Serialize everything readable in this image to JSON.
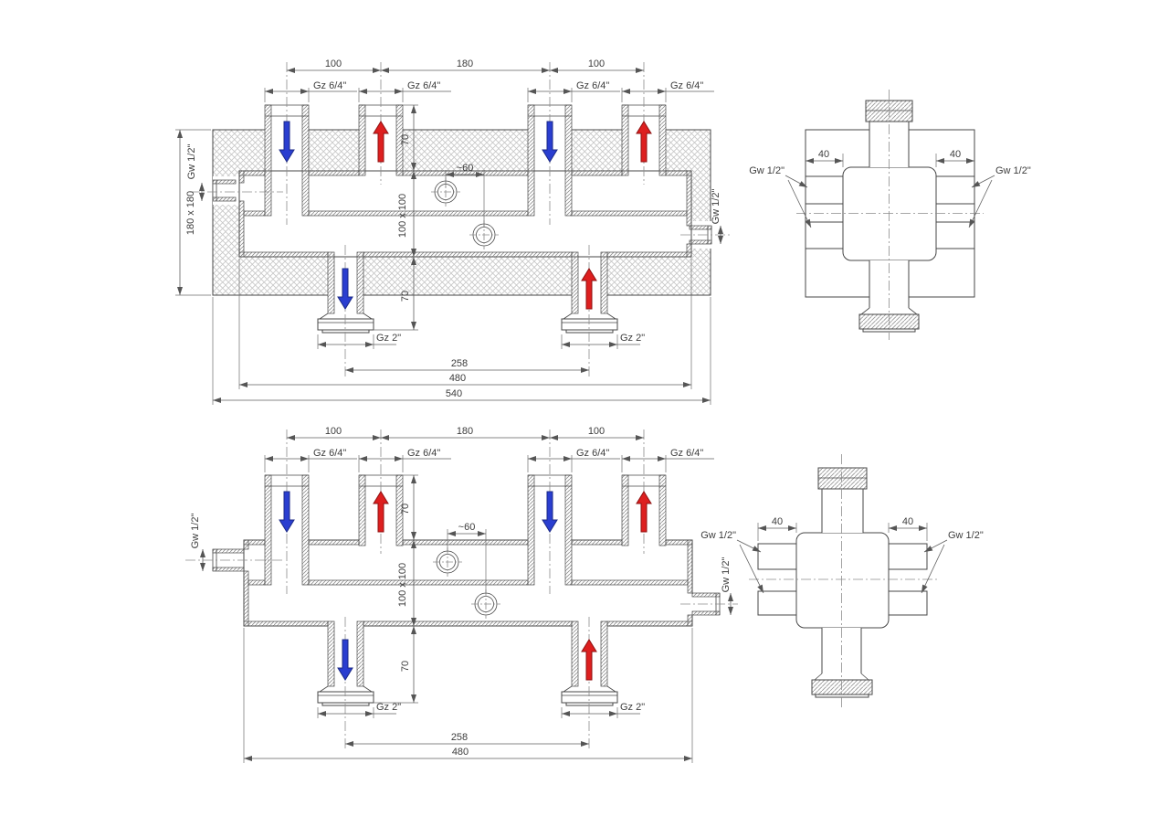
{
  "colors": {
    "flow_down_blue": "#2a3ed0",
    "flow_up_red": "#dd1f1f"
  },
  "front_insulated": {
    "pitch_dims": [
      "100",
      "180",
      "100"
    ],
    "thread_labels": [
      "Gz 6/4\"",
      "Gz 6/4\"",
      "Gz 6/4\"",
      "Gz 6/4\""
    ],
    "top_stub_height": "70",
    "insulation_section": "180 x 180",
    "left_port": "Gw 1/2\"",
    "right_port": "Gw 1/2\"",
    "body_section": "100 x 100",
    "gauge_offset": "~60",
    "bottom_stub_height": "70",
    "bottom_thread_labels": [
      "Gz 2\"",
      "Gz 2\""
    ],
    "span_ports": "258",
    "span_body": "480",
    "span_overall": "540"
  },
  "side_insulated": {
    "offsets": [
      "40",
      "40"
    ],
    "left_port": "Gw 1/2\"",
    "right_port": "Gw 1/2\""
  },
  "front_bare": {
    "pitch_dims": [
      "100",
      "180",
      "100"
    ],
    "thread_labels": [
      "Gz 6/4\"",
      "Gz 6/4\"",
      "Gz 6/4\"",
      "Gz 6/4\""
    ],
    "top_stub_height": "70",
    "left_port": "Gw 1/2\"",
    "right_port": "Gw 1/2\"",
    "body_section": "100 x 100",
    "gauge_offset": "~60",
    "bottom_stub_height": "70",
    "bottom_thread_labels": [
      "Gz 2\"",
      "Gz 2\""
    ],
    "span_ports": "258",
    "span_body": "480"
  },
  "side_bare": {
    "offsets": [
      "40",
      "40"
    ],
    "left_port": "Gw 1/2\"",
    "right_port": "Gw 1/2\""
  }
}
